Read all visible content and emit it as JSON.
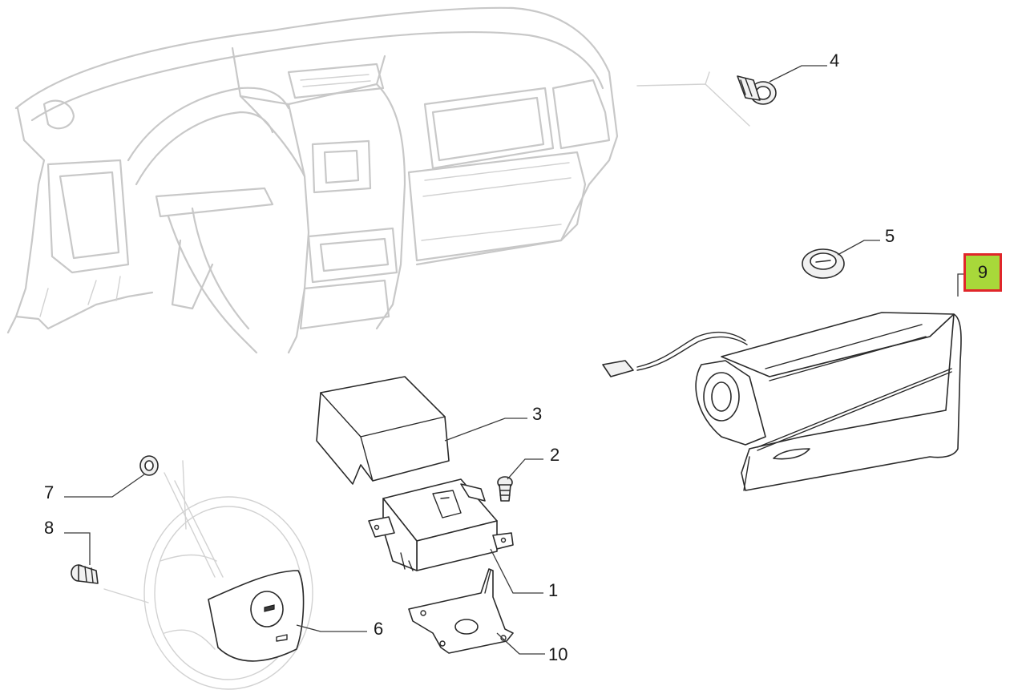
{
  "callouts": {
    "c1": "1",
    "c2": "2",
    "c3": "3",
    "c4": "4",
    "c5": "5",
    "c6": "6",
    "c7": "7",
    "c8": "8",
    "c9": "9",
    "c10": "10"
  },
  "highlight": {
    "part": "9",
    "border_color": "#e0262a",
    "fill_color": "#a8d83a"
  }
}
